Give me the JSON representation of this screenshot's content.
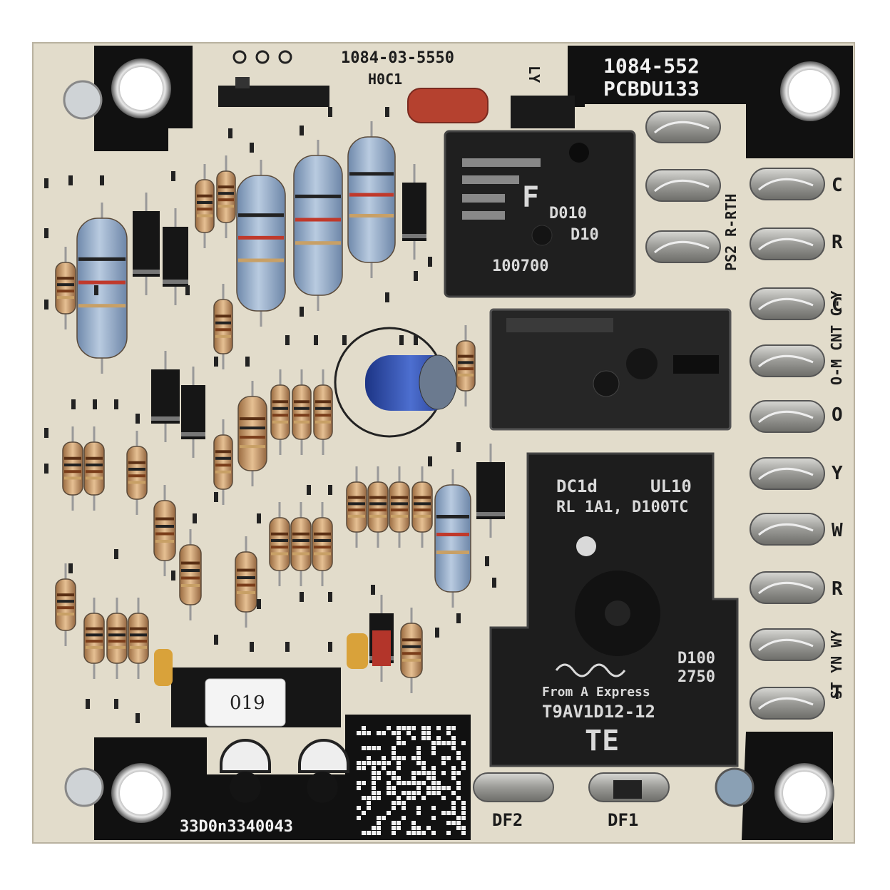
{
  "board": {
    "part_number_top": "1084-03-5550",
    "sub_label_top": "H0C1",
    "part_number_header": "1084-552",
    "model_header": "PCBDU133",
    "bottom_code": "33D0n3340043",
    "sticker": "019",
    "brand_relay": "TE",
    "relay_model": "T9AV1D12-12",
    "relay_model_2": "From A Express",
    "relay_top_code_1": "UL10",
    "relay_top_code_2": "DC1d",
    "relay_top_code_3": "RL 1A1, D100TC",
    "relay_side_code_1": "D100",
    "relay_side_code_2": "2750",
    "relay1_code_1": "F",
    "relay1_code_2": "D010",
    "relay1_code_3": "D10",
    "relay1_code_4": "100700",
    "dip_labels": [
      "DF2",
      "DF1"
    ],
    "terminal_labels": [
      "C",
      "R",
      "C",
      "O",
      "Y",
      "W",
      "R",
      "T"
    ],
    "side_labels": [
      "PS2 R-RTH",
      "O-M CNT C-Y",
      "LY",
      "ST YN WY"
    ],
    "colors": {
      "pcb": "#e2dccb",
      "ink": "#111111",
      "relay": "#222222",
      "resistor_blue": "#8fa6c4",
      "resistor_tan": "#c99a6a",
      "cap_blue": "#2a4aa8",
      "film_cap": "#b5412f"
    }
  }
}
